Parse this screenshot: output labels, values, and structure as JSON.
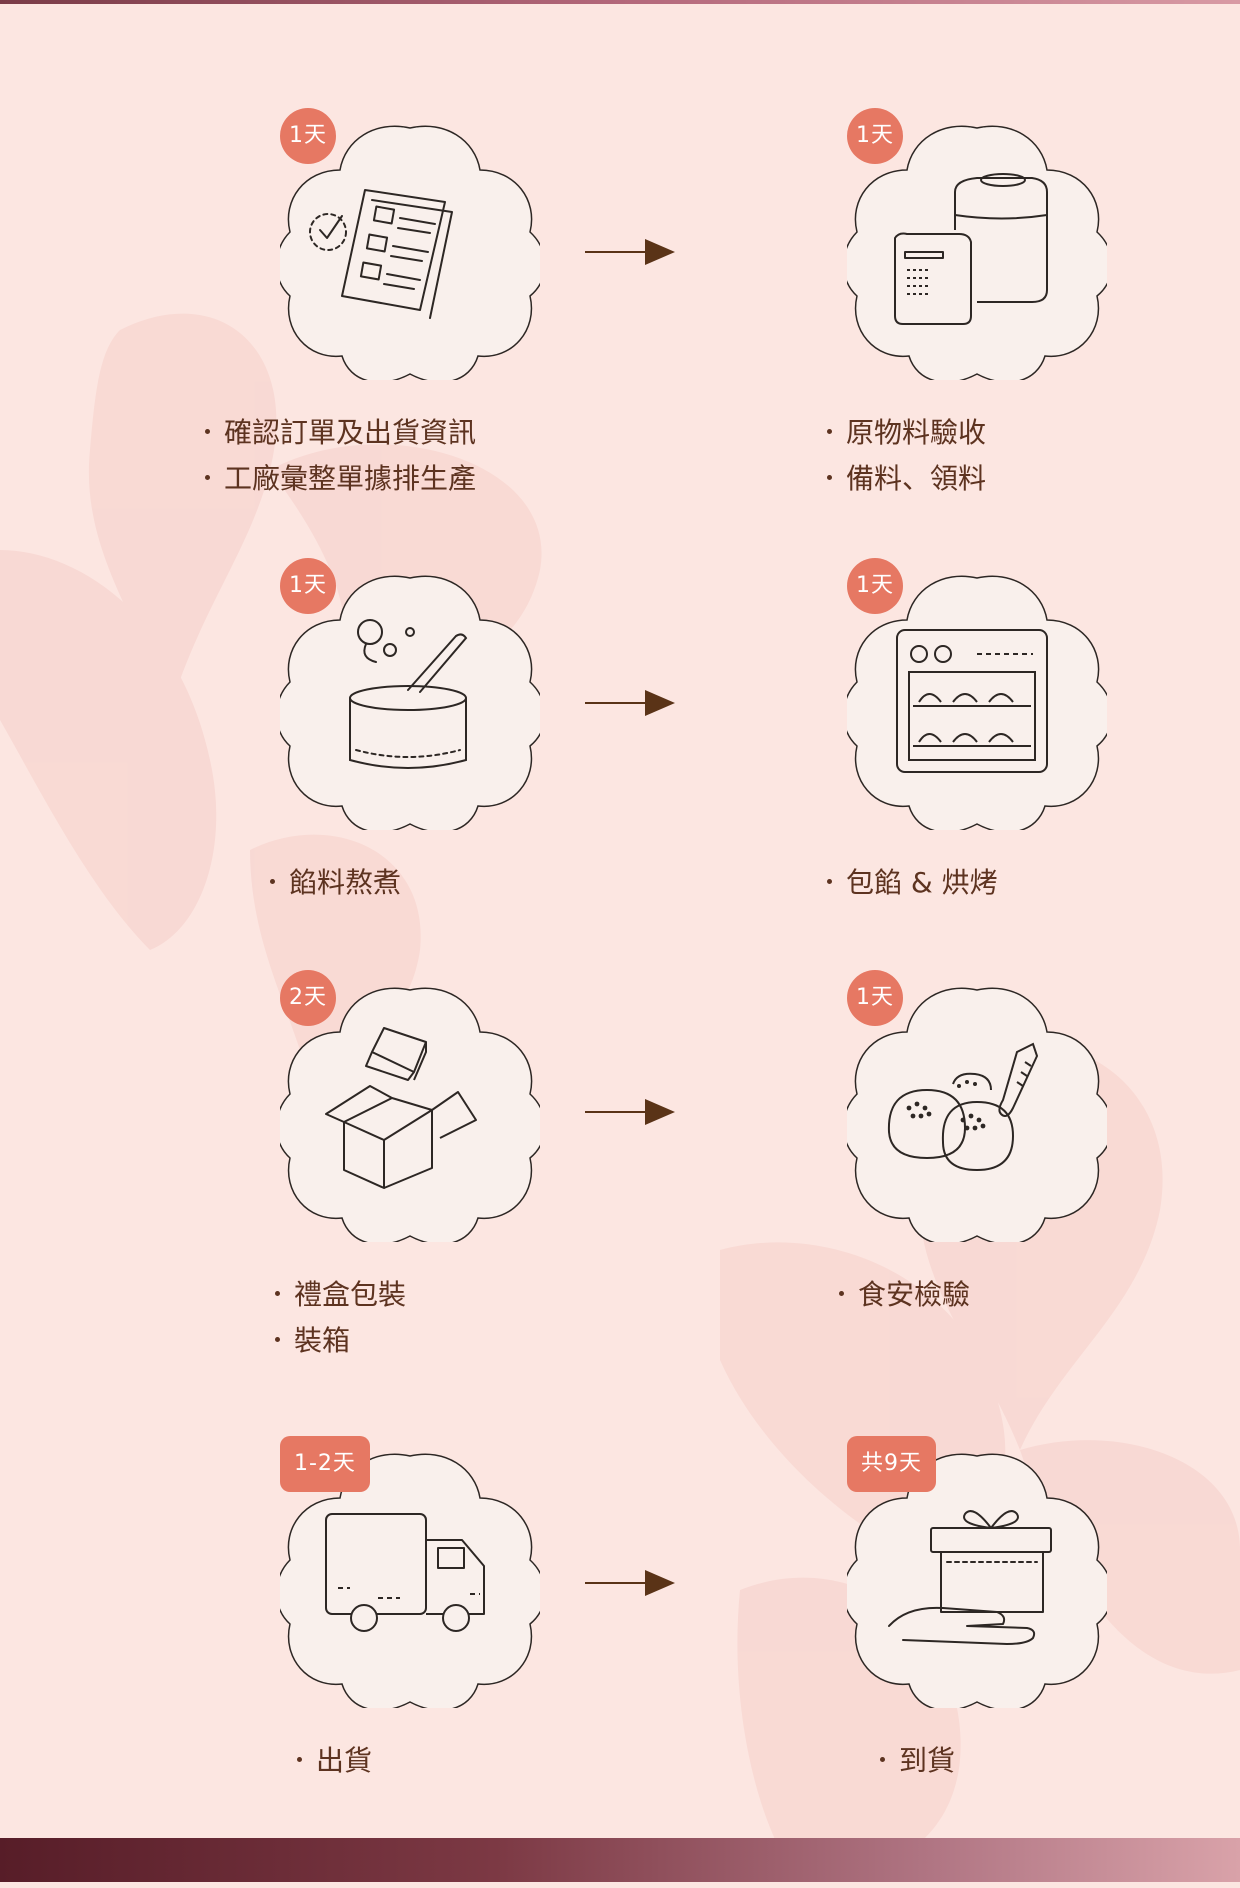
{
  "colors": {
    "background": "#fce6e1",
    "badge": "#e67863",
    "text": "#5d3320",
    "arrow": "#5a3317",
    "icon_fill": "#f9f0ec",
    "icon_stroke": "#2d2724"
  },
  "steps": [
    {
      "badge": "1天",
      "icon": "order-document-icon",
      "lines": [
        "確認訂單及出貨資訊",
        "工廠彙整單據排生產"
      ]
    },
    {
      "badge": "1天",
      "icon": "raw-material-icon",
      "lines": [
        "原物料驗收",
        "備料、領料"
      ]
    },
    {
      "badge": "1天",
      "icon": "cooking-pot-icon",
      "lines": [
        "餡料熬煮"
      ]
    },
    {
      "badge": "1天",
      "icon": "oven-icon",
      "lines": [
        "包餡 & 烘烤"
      ]
    },
    {
      "badge": "2天",
      "icon": "gift-box-packing-icon",
      "lines": [
        "禮盒包裝",
        "裝箱"
      ]
    },
    {
      "badge": "1天",
      "icon": "food-inspection-icon",
      "lines": [
        "食安檢驗"
      ]
    },
    {
      "badge": "1-2天",
      "icon": "delivery-truck-icon",
      "lines": [
        "出貨"
      ]
    },
    {
      "badge": "共9天",
      "icon": "gift-arrival-icon",
      "lines": [
        "到貨"
      ]
    }
  ]
}
